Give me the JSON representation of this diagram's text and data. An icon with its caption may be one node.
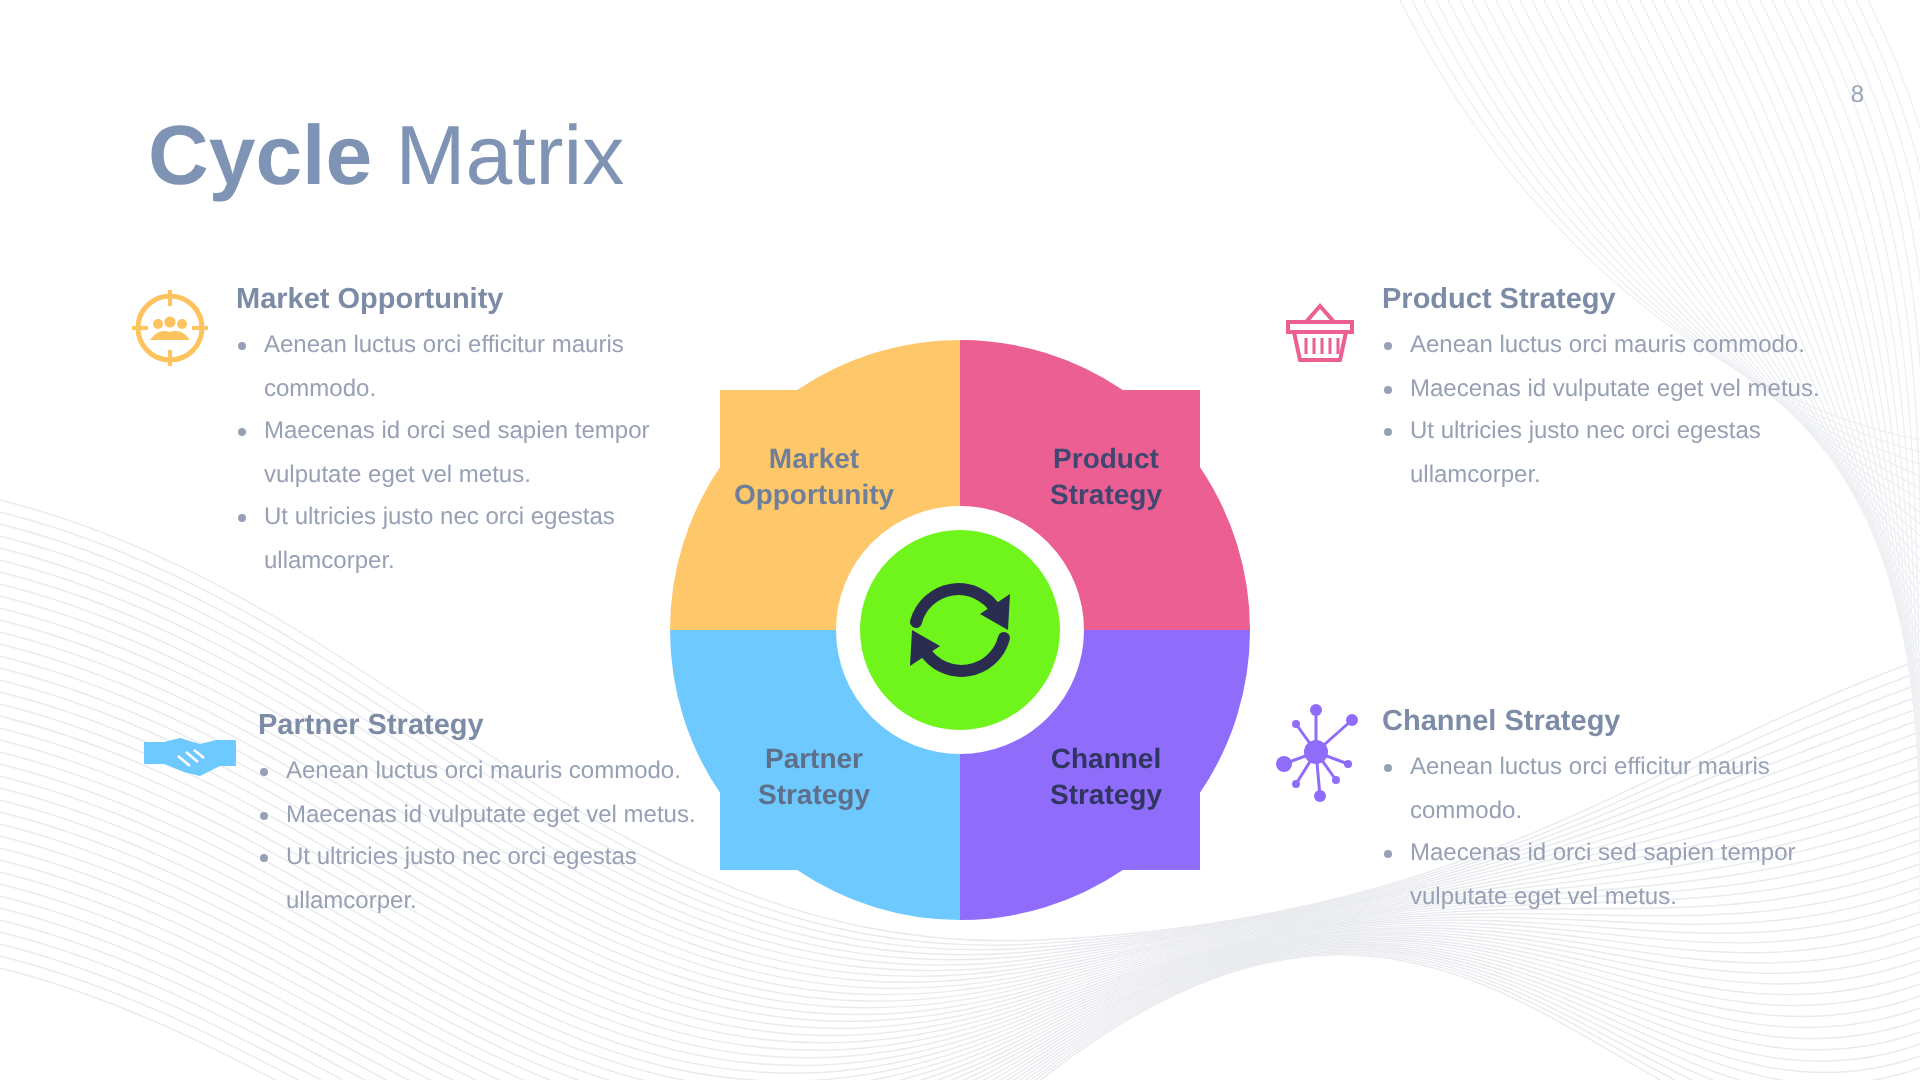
{
  "diagram": {
    "title": "**Cycle** Matrix",
    "nodes": [
      {
        "text": [
          "Market Opportunity"
        ]
      },
      {
        "text": [
          "Product Strategy"
        ]
      },
      {
        "text": [
          "Partner Strategy"
        ]
      },
      {
        "text": [
          "Channel Strategy"
        ]
      },
      {
        "text": [],
        "shape": "circle"
      }
    ],
    "labels": [
      "8",
      "Market Opportunity",
      "Aenean luctus orci efficitur mauris commodo.",
      "Maecenas id orci sed sapien tempor vulputate eget vel metus.",
      "Ut ultricies justo nec orci egestas ullamcorper.",
      "Product Strategy",
      "Aenean luctus orci mauris commodo.",
      "Maecenas id vulputate eget vel metus.",
      "Ut ultricies justo nec orci egestas ullamcorper.",
      "Partner Strategy",
      "Aenean luctus orci mauris commodo.",
      "Maecenas id vulputate eget vel metus.",
      "Ut ultricies justo nec orci egestas ullamcorper.",
      "Channel Strategy",
      "Aenean luctus orci efficitur mauris commodo.",
      "Maecenas id orci sed sapien tempor vulputate eget vel metus."
    ]
  }
}
